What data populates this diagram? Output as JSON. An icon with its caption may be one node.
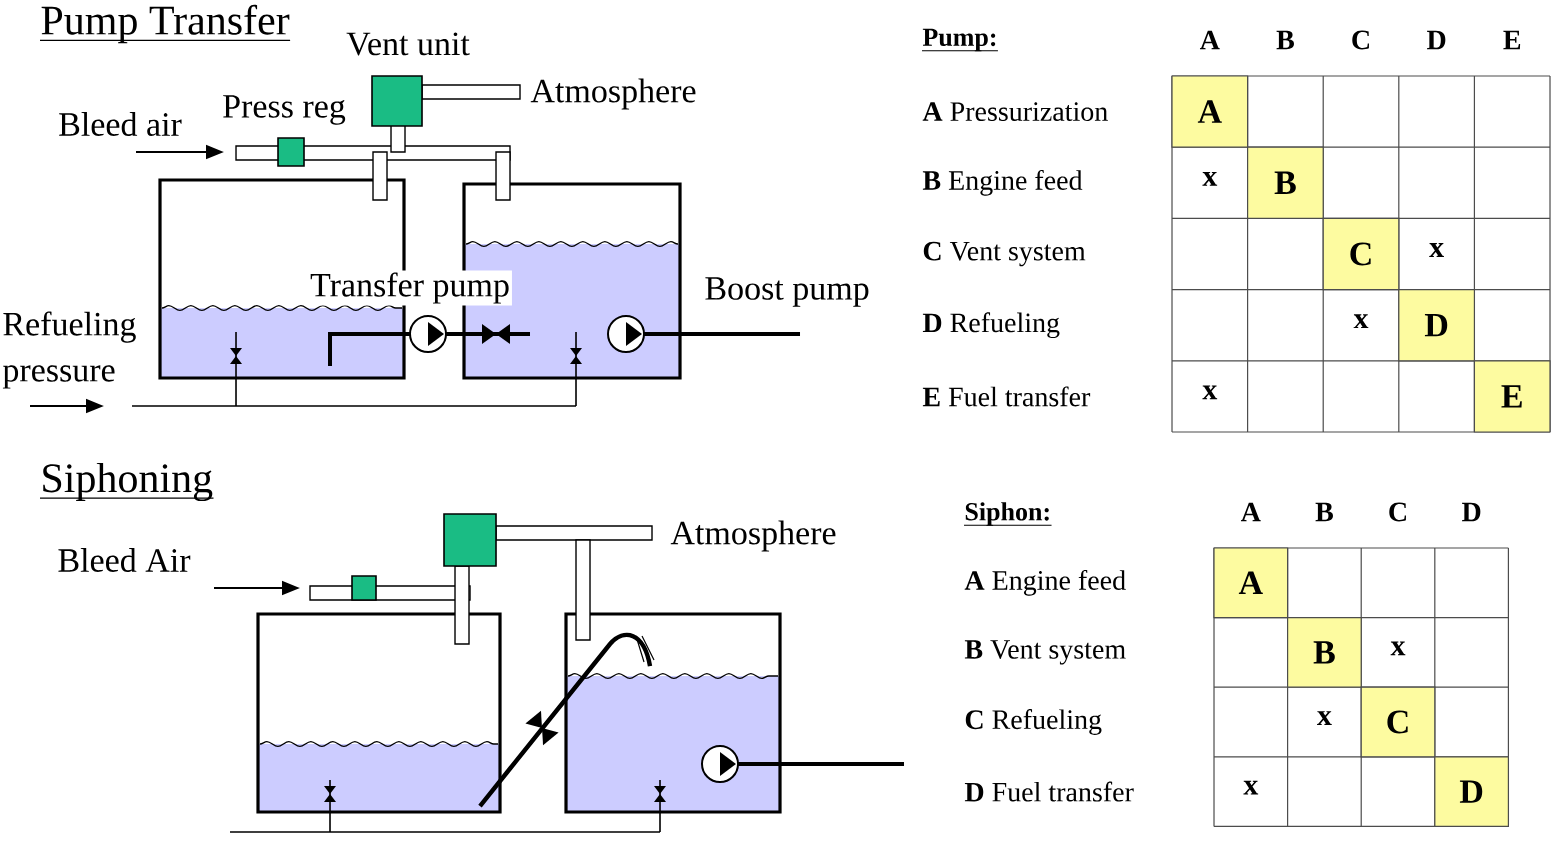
{
  "diagram": {
    "labels": [
      "Pump Transfer",
      "Vent unit",
      "Bleed air",
      "Press reg",
      "Atmosphere",
      "Transfer pump",
      "Boost pump",
      "Refueling pressure",
      "Pump:",
      "A",
      "B",
      "C",
      "D",
      "E",
      "**A** Pressurization",
      "A",
      "**B** Engine feed",
      "x",
      "B",
      "**C** Vent system",
      "C",
      "x",
      "**D** Refueling",
      "x",
      "D",
      "**E** Fuel transfer",
      "x",
      "E",
      "Siphoning",
      "Bleed Air",
      "Atmosphere",
      "Siphon:",
      "A",
      "B",
      "C",
      "D",
      "**A** Engine feed",
      "A",
      "**B** Vent system",
      "B",
      "x",
      "**C** Refueling",
      "x",
      "C",
      "**D** Fuel transfer",
      "x",
      "D"
    ]
  }
}
